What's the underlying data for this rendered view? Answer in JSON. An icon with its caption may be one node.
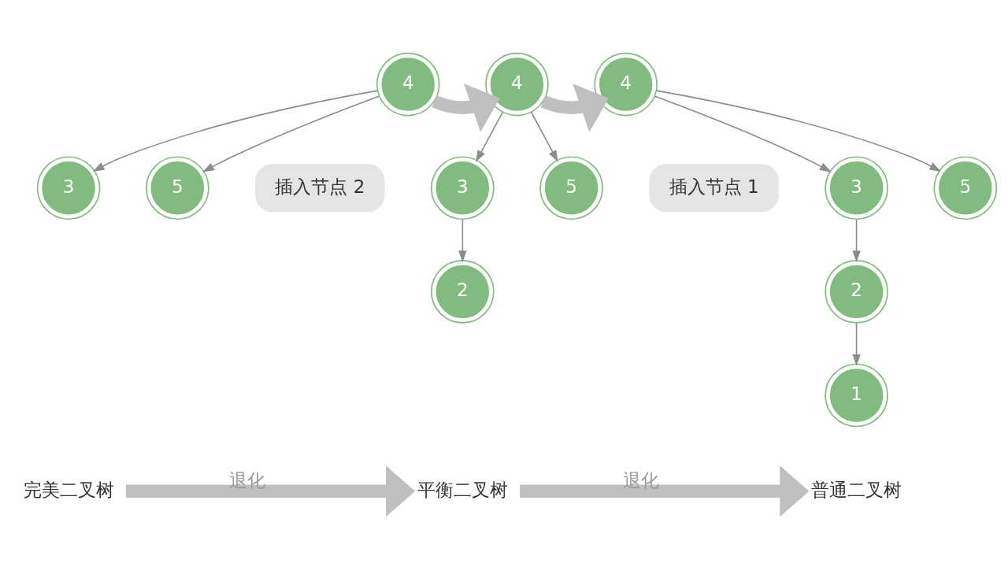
{
  "diagram": {
    "nodes": [
      {
        "text": [
          "4"
        ]
      },
      {
        "text": [
          "3"
        ]
      },
      {
        "text": [
          "5"
        ]
      },
      {
        "text": [
          "插入节点 2"
        ]
      },
      {
        "text": [
          "4"
        ]
      },
      {
        "text": [
          "3"
        ]
      },
      {
        "text": [
          "5"
        ]
      },
      {
        "text": [
          "2"
        ]
      },
      {
        "text": [
          "插入节点 1"
        ]
      },
      {
        "text": [
          "4"
        ]
      },
      {
        "text": [
          "3"
        ]
      },
      {
        "text": [
          "5"
        ]
      },
      {
        "text": [
          "2"
        ]
      },
      {
        "text": [
          "1"
        ]
      },
      {
        "text": [
          "完美二叉树"
        ]
      },
      {
        "text": [
          "平衡二叉树"
        ]
      },
      {
        "text": [
          "普通二叉树"
        ]
      }
    ],
    "edges": [
      {
        "from": 0,
        "to": 1,
        "arrow": "to"
      },
      {
        "from": 0,
        "to": 2,
        "arrow": "to"
      },
      {
        "from": 4,
        "to": 5,
        "arrow": "to"
      },
      {
        "from": 4,
        "to": 6,
        "arrow": "to"
      },
      {
        "from": 5,
        "to": 7,
        "arrow": "to"
      },
      {
        "from": 9,
        "to": 10,
        "arrow": "to"
      },
      {
        "from": 9,
        "to": 11,
        "arrow": "to"
      },
      {
        "from": 10,
        "to": 12,
        "arrow": "to"
      },
      {
        "from": 12,
        "to": 13,
        "arrow": "to"
      },
      {
        "from": 0,
        "to": 4,
        "arrow": "to",
        "style": "thick",
        "color": "#bfbfbf"
      },
      {
        "from": 4,
        "to": 9,
        "arrow": "to",
        "style": "thick",
        "color": "#bfbfbf"
      },
      {
        "from": 14,
        "to": 15,
        "arrow": "to",
        "label": "退化",
        "style": "thick",
        "color": "#bfbfbf"
      },
      {
        "from": 15,
        "to": 16,
        "arrow": "to",
        "label": "退化",
        "style": "thick",
        "color": "#bfbfbf"
      }
    ]
  }
}
